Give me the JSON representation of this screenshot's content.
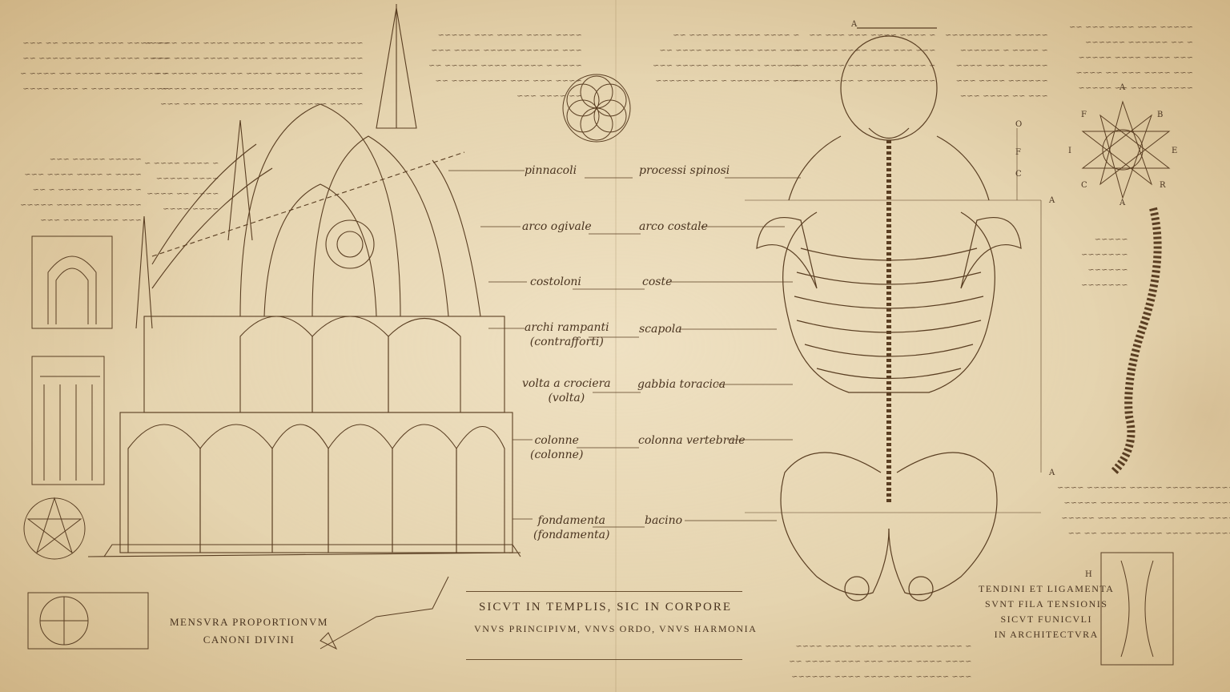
{
  "architecture_labels": [
    {
      "text": "pinnacoli",
      "sub": ""
    },
    {
      "text": "arco ogivale",
      "sub": ""
    },
    {
      "text": "costoloni",
      "sub": ""
    },
    {
      "text": "archi rampanti",
      "sub": "(contrafforti)"
    },
    {
      "text": "volta a crociera",
      "sub": "(volta)"
    },
    {
      "text": "colonne",
      "sub": "(colonne)"
    },
    {
      "text": "fondamenta",
      "sub": "(fondamenta)"
    }
  ],
  "anatomy_labels": [
    {
      "text": "processi spinosi"
    },
    {
      "text": "arco costale"
    },
    {
      "text": "coste"
    },
    {
      "text": "scapola"
    },
    {
      "text": "gabbia toracica"
    },
    {
      "text": "colonna vertebrale"
    },
    {
      "text": "bacino"
    }
  ],
  "inscriptions": {
    "mensura": {
      "line1": "Mensvra proportionvm",
      "line2": "canoni divini"
    },
    "motto": {
      "line1": "SICVT IN TEMPLIS, SIC IN CORPORE",
      "line2": "VNVS PRINCIPIVM, VNVS ORDO, VNVS HARMONIA"
    },
    "tendini": {
      "line1": "Tendini et Ligamenta",
      "line2": "svnt fila tensionis",
      "line3": "sicvt funicvli",
      "line4": "in architectvra"
    }
  },
  "star_diagram_letters": [
    "F",
    "B",
    "I",
    "E",
    "C",
    "R",
    "A",
    "A"
  ],
  "measure_letters": [
    "O",
    "F",
    "C",
    "A",
    "A",
    "A",
    "H"
  ],
  "colors": {
    "parchment": "#e6d6b3",
    "ink": "#4a3420",
    "stain": "#a0703a"
  }
}
